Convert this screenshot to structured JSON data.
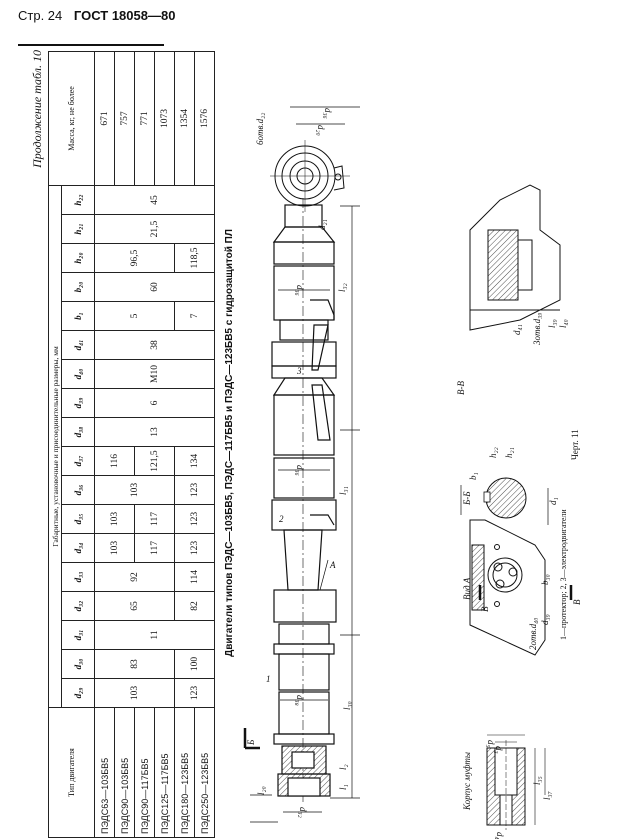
{
  "header": {
    "page": "Стр. 24",
    "standard": "ГОСТ 18058—80"
  },
  "table": {
    "continuation": "Продолжение табл. 10",
    "type_header": "Тип двигателя",
    "group_header": "Габаритные, установочные и присоединительные размеры, мм",
    "mass_header": "Масса, кг, не более",
    "rows": [
      {
        "type": "ПЭДС63—103БВ5",
        "mass": "671"
      },
      {
        "type": "ПЭДС90—103БВ5",
        "mass": "757"
      },
      {
        "type": "ПЭДС90—117БВ5",
        "mass": "771"
      },
      {
        "type": "ПЭДС125—117БВ5",
        "mass": "1073"
      },
      {
        "type": "ПЭДС180—123БВ5",
        "mass": "1354"
      },
      {
        "type": "ПЭДС250—123БВ5",
        "mass": "1576"
      }
    ],
    "columns": [
      {
        "label": "d₂₉",
        "groups": [
          [
            "103",
            4
          ],
          [
            "123",
            2
          ]
        ]
      },
      {
        "label": "d₃₀",
        "groups": [
          [
            "83",
            4
          ],
          [
            "100",
            2
          ]
        ]
      },
      {
        "label": "d₃₁",
        "groups": [
          [
            "11",
            6
          ]
        ]
      },
      {
        "label": "d₃₂",
        "groups": [
          [
            "65",
            4
          ],
          [
            "82",
            2
          ]
        ]
      },
      {
        "label": "d₃₃",
        "groups": [
          [
            "92",
            4
          ],
          [
            "114",
            2
          ]
        ]
      },
      {
        "label": "d₃₄",
        "groups": [
          [
            "103",
            2
          ],
          [
            "117",
            2
          ],
          [
            "123",
            2
          ]
        ]
      },
      {
        "label": "d₃₅",
        "groups": [
          [
            "103",
            2
          ],
          [
            "117",
            2
          ],
          [
            "123",
            2
          ]
        ]
      },
      {
        "label": "d₃₆",
        "groups": [
          [
            "103",
            4
          ],
          [
            "123",
            2
          ]
        ]
      },
      {
        "label": "d₃₇",
        "groups": [
          [
            "116",
            2
          ],
          [
            "121,5",
            2
          ],
          [
            "134",
            2
          ]
        ]
      },
      {
        "label": "d₃₈",
        "groups": [
          [
            "13",
            6
          ]
        ]
      },
      {
        "label": "d₃₉",
        "groups": [
          [
            "6",
            6
          ]
        ]
      },
      {
        "label": "d₄₀",
        "groups": [
          [
            "M10",
            6
          ]
        ]
      },
      {
        "label": "d₄₁",
        "groups": [
          [
            "38",
            6
          ]
        ]
      },
      {
        "label": "b₁",
        "groups": [
          [
            "5",
            4
          ],
          [
            "7",
            2
          ]
        ]
      },
      {
        "label": "b₂₀",
        "groups": [
          [
            "60",
            6
          ]
        ]
      },
      {
        "label": "h₂₀",
        "groups": [
          [
            "96,5",
            4
          ],
          [
            "118,5",
            2
          ]
        ]
      },
      {
        "label": "h₂₁",
        "groups": [
          [
            "21,5",
            6
          ]
        ]
      },
      {
        "label": "h₂₂",
        "groups": [
          [
            "45",
            6
          ]
        ]
      }
    ]
  },
  "figure": {
    "caption": "Двигатели типов ПЭДС—103БВ5, ПЭДС—117БВ5 и ПЭДС—123БВ5 с гидрозащитой ПЛ",
    "labels": {
      "part1": "1",
      "part2": "2",
      "part3": "3",
      "arrow_a": "A",
      "l30": "l₃₀",
      "l31": "l₃₁",
      "l32": "l₃₂",
      "l1": "l₁",
      "l2": "l₂",
      "l20": "l₂₀",
      "d32": "d₃₂",
      "d36": "d₃₆",
      "d38": "d₃₈",
      "d22": "d₂₂",
      "d21": "d₂₁",
      "d20": "d₂₀",
      "holes_d22": "6отв.d₂₂",
      "section_bb": "Б-Б",
      "section_vv": "В-В",
      "view_a": "Вид А",
      "cut_b": "Б",
      "cut_v": "В",
      "b1": "b₁",
      "d1": "d₁",
      "b30": "b₃₀",
      "h21": "h₂₁",
      "h22": "h₂₂",
      "holes_d40": "2отв.d₄₀",
      "d39": "d₃₉",
      "l40": "l₄₀",
      "l39": "l₃₉",
      "d41": "d₄₁",
      "holes_d39": "3отв.d₃₉",
      "coupling": "Корпус муфты",
      "l35": "l₃₅",
      "l37": "l₃₇",
      "d3": "d₃",
      "d4": "d₄",
      "d5": "d₅"
    },
    "legend": "1—протектор; 2, 3—электродвигатели",
    "number": "Черт. 11"
  }
}
